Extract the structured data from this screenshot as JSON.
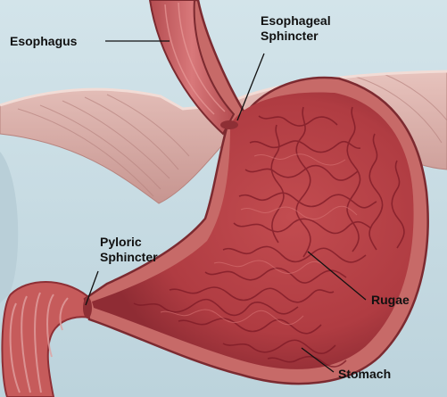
{
  "colors": {
    "background": "#c9dee6",
    "muscle_tissue": "#d9a9a4",
    "stomach_outer": "#c25a5a",
    "stomach_inner": "#b03c42",
    "rugae_fold": "#8a1f2a",
    "leader_line": "#111111"
  },
  "labels": {
    "esophagus": "Esophagus",
    "esophageal_sphincter": [
      "Esophageal",
      "Sphincter"
    ],
    "pyloric_sphincter": [
      "Pyloric",
      "Sphincter"
    ],
    "rugae": "Rugae",
    "stomach": "Stomach"
  }
}
